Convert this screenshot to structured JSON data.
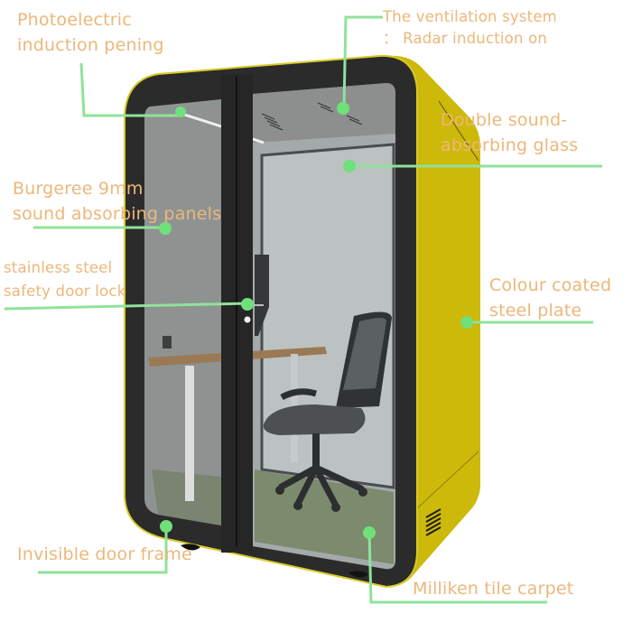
{
  "colors": {
    "label_text": "#ecb77a",
    "callout_line": "#8fe29a",
    "callout_dot": "#6fe07a",
    "shell_yellow": "#cdb90a",
    "frame_dark": "#2b2b2b",
    "glass_grey": "#a9aeae",
    "background": "#ffffff"
  },
  "callouts": [
    {
      "id": "photoelectric",
      "lines": [
        "Photoelectric",
        "induction pening"
      ]
    },
    {
      "id": "ventilation",
      "lines": [
        "The ventilation system",
        "： Radar induction on"
      ]
    },
    {
      "id": "glass",
      "lines": [
        "Double sound-",
        "absorbing glass"
      ]
    },
    {
      "id": "panels",
      "lines": [
        "Burgeree 9mm",
        "sound absorbing panels"
      ]
    },
    {
      "id": "lock",
      "lines": [
        "stainless steel",
        "safety door lock"
      ]
    },
    {
      "id": "steel",
      "lines": [
        "Colour coated",
        "steel plate"
      ]
    },
    {
      "id": "frame",
      "lines": [
        "Invisible door frame"
      ]
    },
    {
      "id": "carpet",
      "lines": [
        "Milliken tile carpet"
      ]
    }
  ]
}
